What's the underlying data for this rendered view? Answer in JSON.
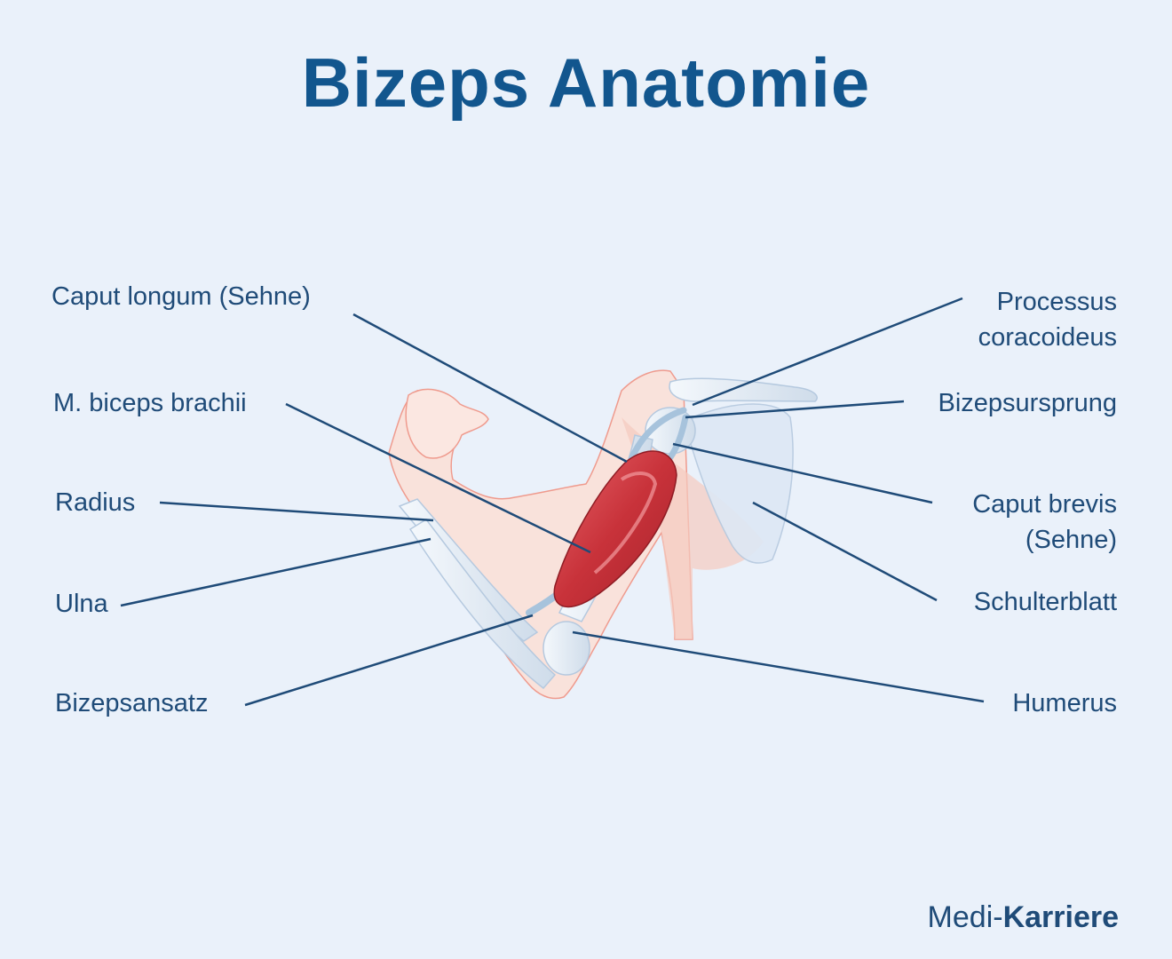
{
  "title": "Bizeps Anatomie",
  "labels": {
    "caput_longum": "Caput longum (Sehne)",
    "biceps_brachii": "M. biceps brachii",
    "radius": "Radius",
    "ulna": "Ulna",
    "bizepsansatz": "Bizepsansatz",
    "processus_line1": "Processus",
    "processus_line2": "coracoideus",
    "bizepsursprung": "Bizepsursprung",
    "caput_brevis_line1": "Caput brevis",
    "caput_brevis_line2": "(Sehne)",
    "schulterblatt": "Schulterblatt",
    "humerus": "Humerus"
  },
  "brand": {
    "part1": "Medi-",
    "part2": "Karriere"
  },
  "colors": {
    "title": "#12568e",
    "label": "#1f4b78",
    "leader": "#1f4b78",
    "muscle": "#c8323a",
    "bone": "#dfe9f4",
    "skin": "#f8d9d0"
  }
}
